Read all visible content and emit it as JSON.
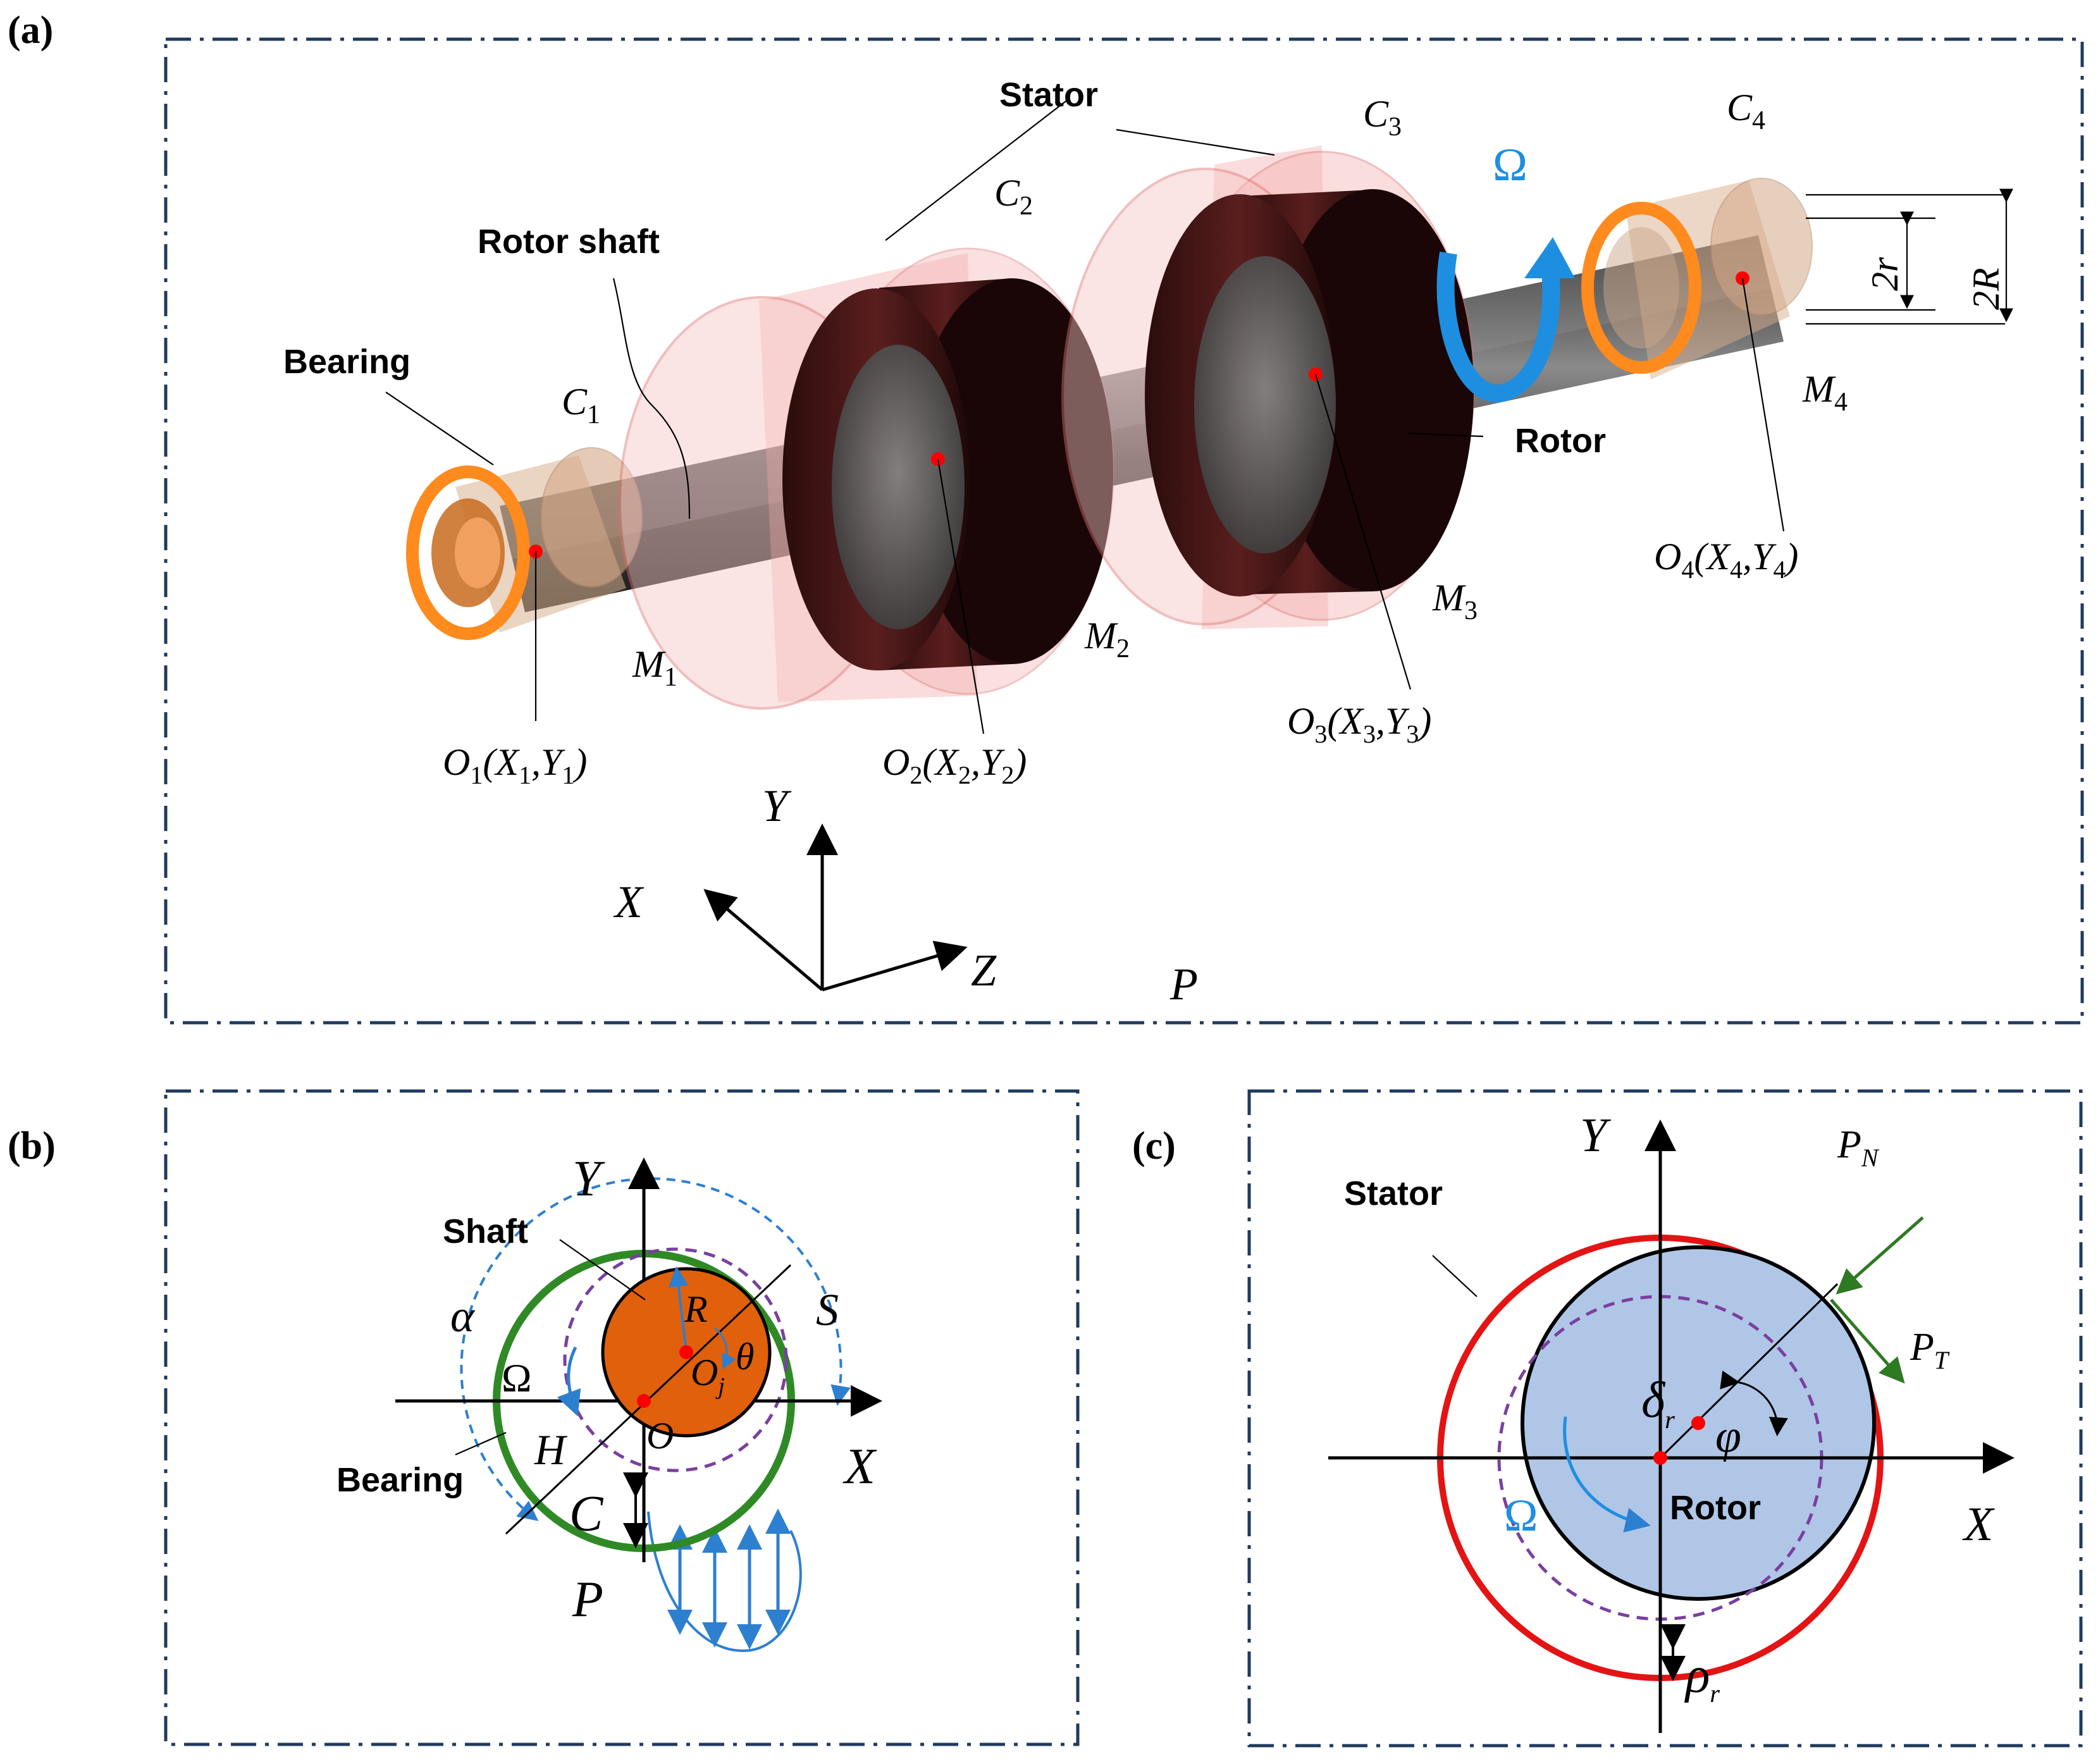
{
  "panels": {
    "a": "(a)",
    "b": "(b)",
    "c": "(c)"
  },
  "panel_a": {
    "labels": {
      "stator": "Stator",
      "rotor_shaft": "Rotor shaft",
      "bearing": "Bearing",
      "rotor": "Rotor",
      "omega": "Ω",
      "two_r": "2r",
      "two_R": "2R",
      "P": "P"
    },
    "stations": [
      {
        "C": "C",
        "Ci": "1",
        "M": "M",
        "Mi": "1",
        "O": "O",
        "Oi": "1",
        "coords": "(X",
        "xi": "1",
        "sep": ",Y",
        "yi": "1",
        "close": ")"
      },
      {
        "C": "C",
        "Ci": "2",
        "M": "M",
        "Mi": "2",
        "O": "O",
        "Oi": "2",
        "coords": "(X",
        "xi": "2",
        "sep": ",Y",
        "yi": "2",
        "close": ")"
      },
      {
        "C": "C",
        "Ci": "3",
        "M": "M",
        "Mi": "3",
        "O": "O",
        "Oi": "3",
        "coords": "(X",
        "xi": "3",
        "sep": ",Y",
        "yi": "3",
        "close": ")"
      },
      {
        "C": "C",
        "Ci": "4",
        "M": "M",
        "Mi": "4",
        "O": "O",
        "Oi": "4",
        "coords": "(X",
        "xi": "4",
        "sep": ",Y",
        "yi": "4",
        "close": ")"
      }
    ],
    "axes": {
      "x": "X",
      "y": "Y",
      "z": "Z"
    }
  },
  "panel_b": {
    "labels": {
      "shaft": "Shaft",
      "bearing": "Bearing",
      "Y": "Y",
      "X": "X",
      "alpha": "α",
      "omega": "Ω",
      "R": "R",
      "O": "O",
      "Oj": "O",
      "j": "j",
      "theta": "θ",
      "S": "S",
      "H": "H",
      "C": "C",
      "P": "P"
    }
  },
  "panel_c": {
    "labels": {
      "stator": "Stator",
      "rotor": "Rotor",
      "Y": "Y",
      "X": "X",
      "PN": "P",
      "N": "N",
      "PT": "P",
      "T": "T",
      "delta": "δ",
      "delta_sub": "r",
      "phi": "φ",
      "omega": "Ω",
      "rho": "ρ",
      "rho_sub": "r"
    }
  },
  "colors": {
    "frame": "#1f3a5f",
    "bearing_ring": "#ff8a1e",
    "stator": "#f29a9a",
    "rotor_disk": "#3a1414",
    "shaft": "#444444",
    "omega_blue": "#1e8fe0",
    "shaft_orange": "#e0600c",
    "bearing_green": "#2f8a26",
    "pressure_blue": "#2d7fd0",
    "orbit_purple": "#7a3fa0",
    "stator_red": "#e41414",
    "rotor_fill": "#b0c6e6",
    "force_green": "#2e7a22",
    "center_red": "#ff0000"
  }
}
